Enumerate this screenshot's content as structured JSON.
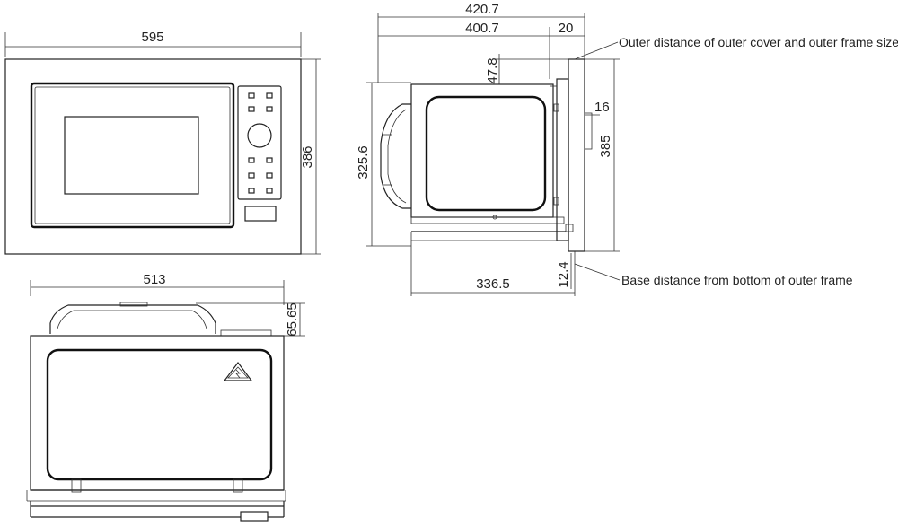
{
  "views": {
    "front": {
      "width_label": "595",
      "height_label": "386"
    },
    "side": {
      "total_depth_label": "420.7",
      "body_depth_label": "400.7",
      "frame_depth_label": "20",
      "top_offset_label": "47.8",
      "outer_offset_label": "16",
      "body_height_label": "325.6",
      "frame_height_label": "385",
      "base_depth_label": "336.5",
      "base_offset_label": "12.4",
      "callout_top": "Outer distance of outer cover and outer frame size",
      "callout_bottom": "Base distance from bottom of outer frame"
    },
    "top": {
      "width_label": "513",
      "height_label": "65.65"
    }
  },
  "icons": {
    "warning": "high-voltage-warning-icon",
    "dial": "control-dial-icon"
  }
}
